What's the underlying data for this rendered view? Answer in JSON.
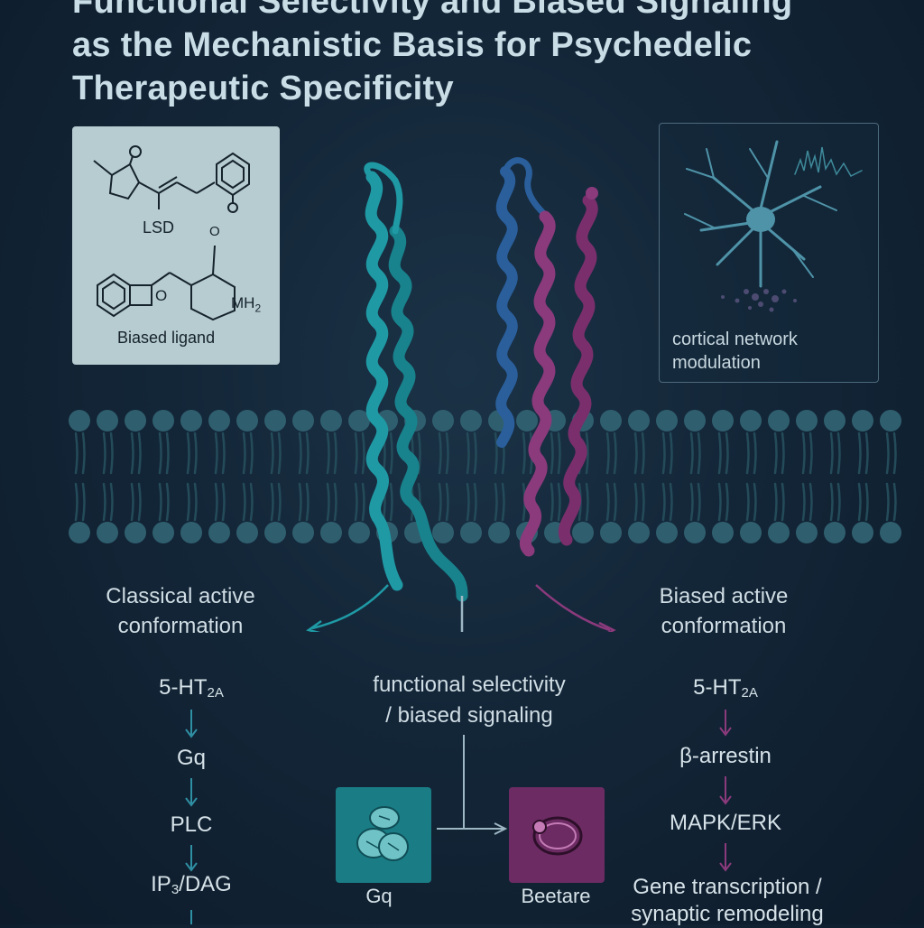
{
  "title": {
    "line1": "Functional Selectivity and Biased Signaling",
    "line2": "as the Mechanistic Basis for Psychedelic",
    "line3": "Therapeutic Specificity"
  },
  "ligands": {
    "lsd_label": "LSD",
    "hydroxyl_o": "O",
    "mh2": "MH",
    "mh2_sub": "2",
    "biased_label": "Biased ligand",
    "ring_o": "O"
  },
  "neuron_panel": {
    "label_line1": "cortical network",
    "label_line2": "modulation"
  },
  "left_pathway": {
    "conformation_line1": "Classical active",
    "conformation_line2": "conformation",
    "receptor": "5-HT",
    "receptor_sub": "2A",
    "steps": [
      "Gq",
      "PLC"
    ],
    "ip3_a": "IP",
    "ip3_sub": "3",
    "ip3_b": "/DAG"
  },
  "center": {
    "line1": "functional selectivity",
    "line2": "/ biased signaling",
    "box_left_label": "Gq",
    "box_right_label": "Beetare"
  },
  "right_pathway": {
    "conformation_line1": "Biased active",
    "conformation_line2": "conformation",
    "receptor": "5-HT",
    "receptor_sub": "2A",
    "steps": [
      "β-arrestin",
      "MAPK/ERK"
    ],
    "outcome_line1": "Gene transcription /",
    "outcome_line2": "synaptic remodeling"
  },
  "colors": {
    "background": "#132638",
    "teal": "#1f9aa5",
    "blue": "#2a5f9c",
    "magenta": "#8b3a7c",
    "membrane": "#2f5f6e",
    "panel": "#b7ccd1"
  }
}
